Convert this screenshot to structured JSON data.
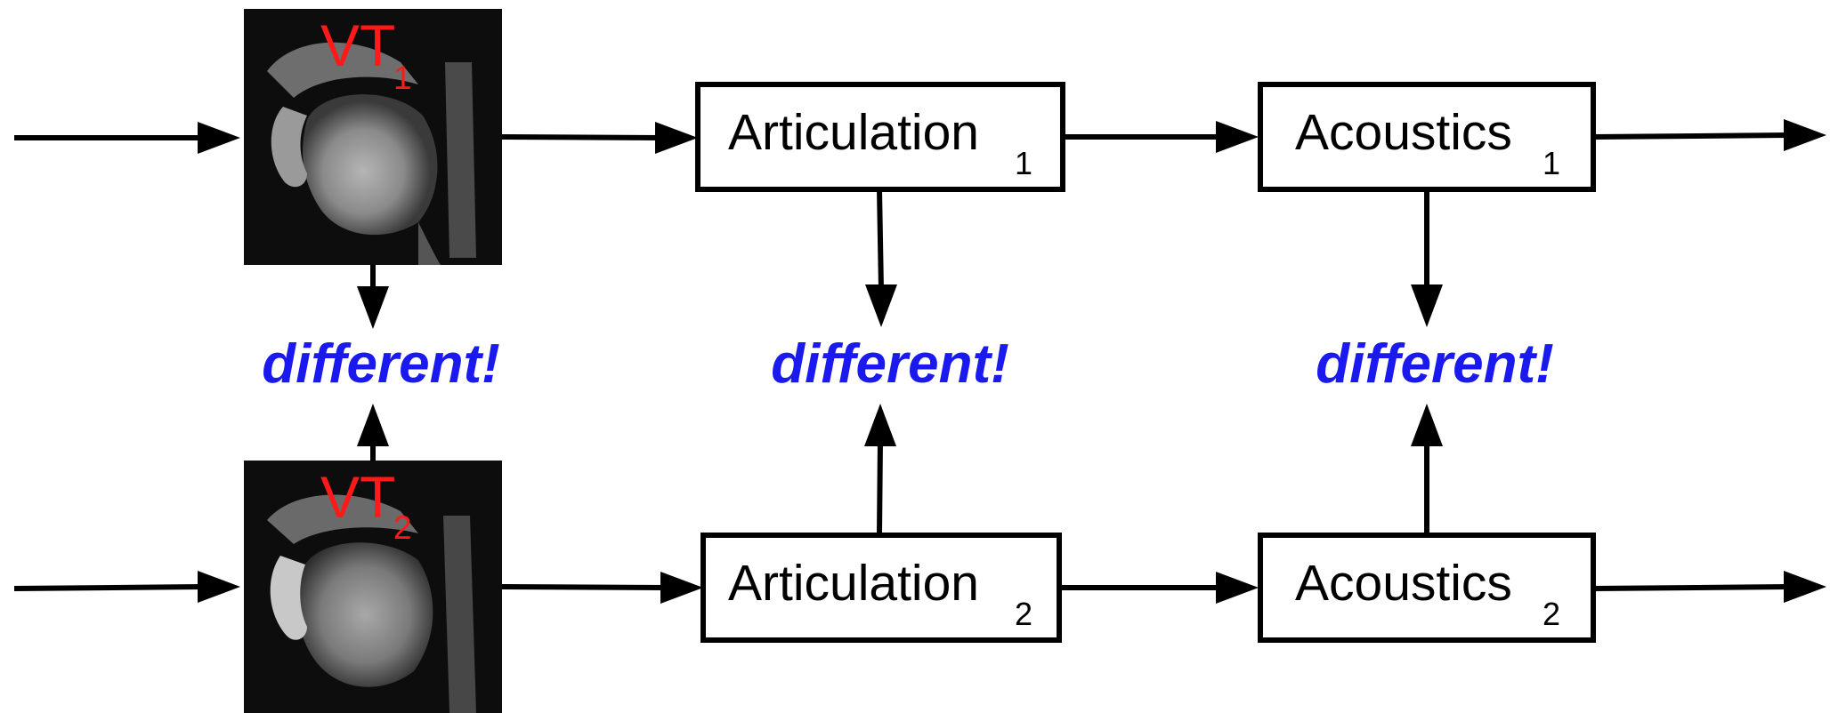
{
  "colors": {
    "vt_label": "#ff1a1a",
    "different_label": "#1a1aee",
    "mri_background": "#0d0d0d"
  },
  "rows": [
    {
      "vt": {
        "label": "VT",
        "sub": "1",
        "icon": "mri-vocal-tract-image"
      },
      "articulation": {
        "label": "Articulation",
        "sub": "1"
      },
      "acoustics": {
        "label": "Acoustics",
        "sub": "1"
      }
    },
    {
      "vt": {
        "label": "VT",
        "sub": "2",
        "icon": "mri-vocal-tract-image"
      },
      "articulation": {
        "label": "Articulation",
        "sub": "2"
      },
      "acoustics": {
        "label": "Acoustics",
        "sub": "2"
      }
    }
  ],
  "comparisons": [
    {
      "label": "different!"
    },
    {
      "label": "different!"
    },
    {
      "label": "different!"
    }
  ]
}
